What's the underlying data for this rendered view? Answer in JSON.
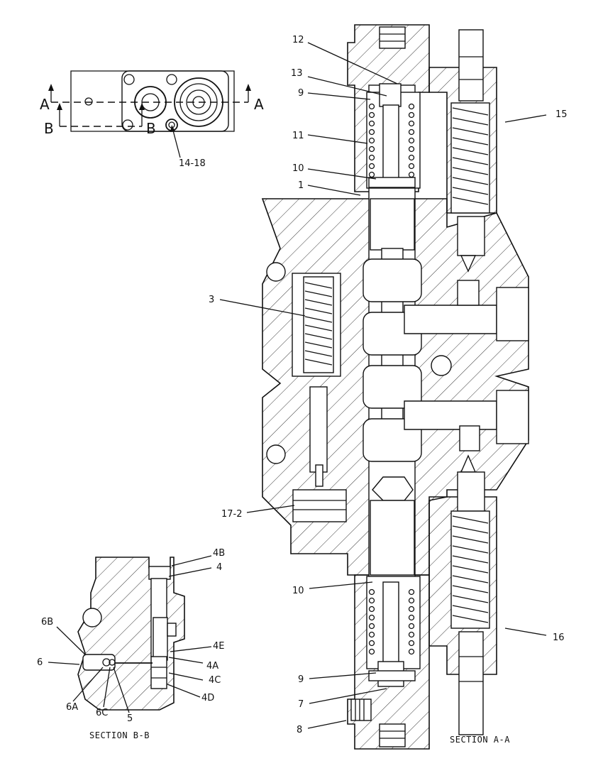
{
  "diagram": {
    "top_view": {
      "section_letters": {
        "a_left": "A",
        "a_right": "A",
        "b_left": "B",
        "b_right": "B"
      },
      "callout": "14-18"
    },
    "section_aa": {
      "caption": "SECTION A-A",
      "callouts": {
        "c12": "12",
        "c13": "13",
        "c9_top": "9",
        "c11": "11",
        "c10_top": "10",
        "c1": "1",
        "c3": "3",
        "c17_2": "17-2",
        "c10_bottom": "10",
        "c9_bottom": "9",
        "c7": "7",
        "c8": "8",
        "c15": "15",
        "c16": "16"
      }
    },
    "section_bb": {
      "caption": "SECTION B-B",
      "callouts": {
        "c4b": "4B",
        "c4": "4",
        "c6b": "6B",
        "c6": "6",
        "c4e": "4E",
        "c4a": "4A",
        "c4c": "4C",
        "c4d": "4D",
        "c6a": "6A",
        "c6c": "6C",
        "c5": "5"
      }
    }
  }
}
